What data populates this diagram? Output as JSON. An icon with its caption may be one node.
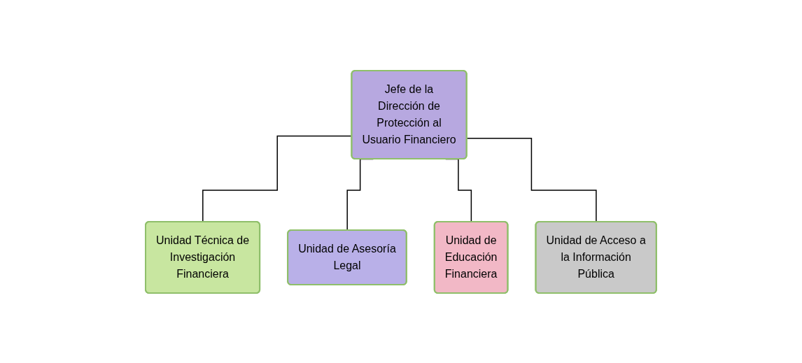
{
  "diagram": {
    "nodes": [
      {
        "text": [
          "Jefe de la Dirección de Protección al Usuario Financiero"
        ]
      },
      {
        "text": [
          "Unidad Técnica de Investigación Financiera"
        ]
      },
      {
        "text": [
          "Unidad de Asesoría Legal"
        ]
      },
      {
        "text": [
          "Unidad de Educación Financiera"
        ]
      },
      {
        "text": [
          "Unidad de Acceso a la Información Pública"
        ]
      }
    ],
    "edges": [
      {
        "from": 0,
        "to": 1,
        "arrow": "none"
      },
      {
        "from": 0,
        "to": 2,
        "arrow": "none"
      },
      {
        "from": 0,
        "to": 3,
        "arrow": "none"
      },
      {
        "from": 0,
        "to": 4,
        "arrow": "none"
      }
    ]
  }
}
